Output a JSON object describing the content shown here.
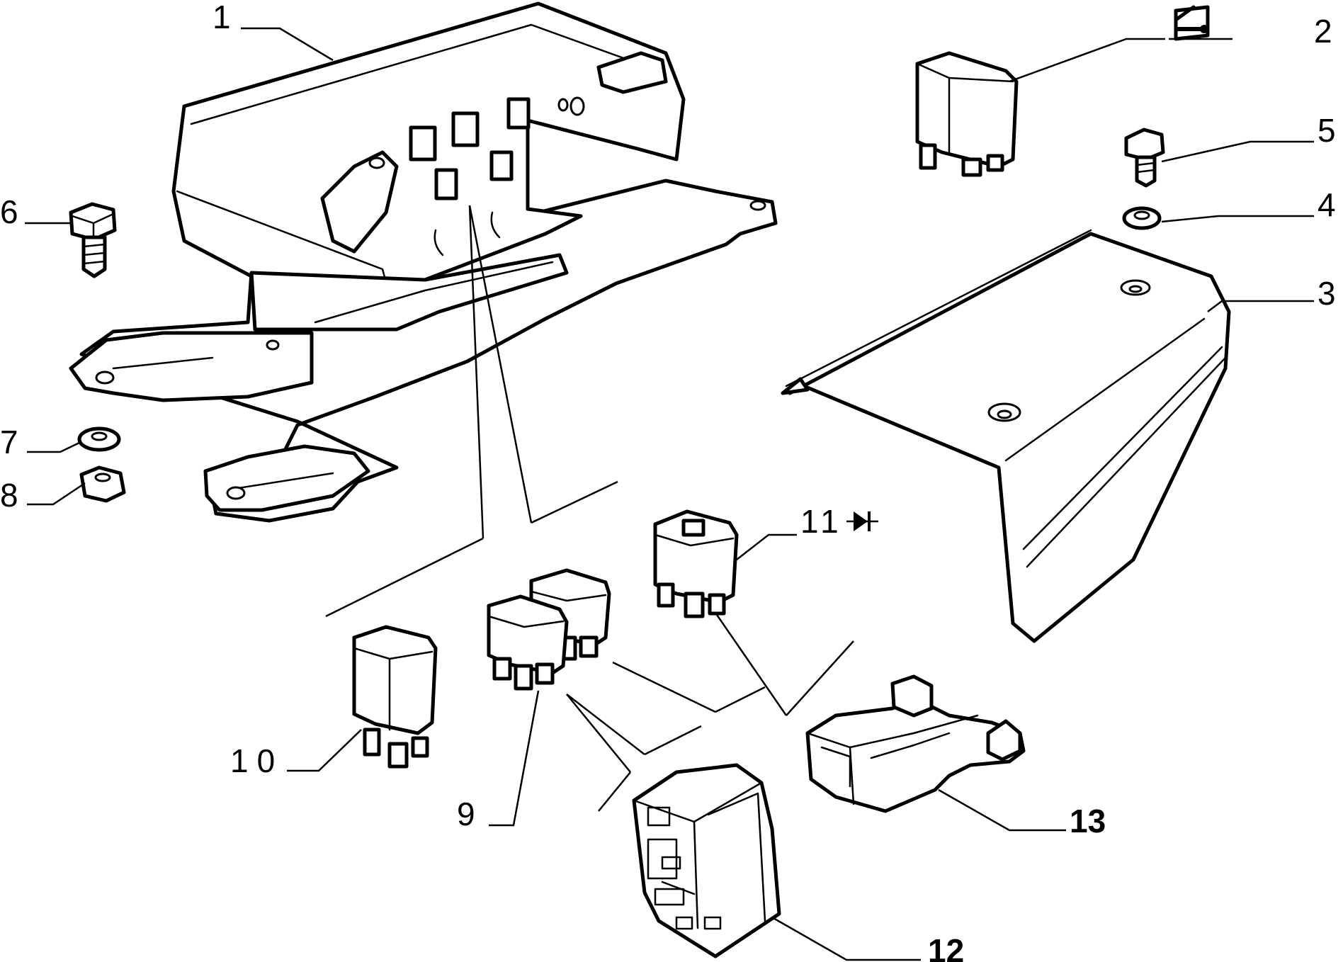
{
  "diagram": {
    "callouts": {
      "c1": "1",
      "c2": "2",
      "c3": "3",
      "c4": "4",
      "c5": "5",
      "c6": "6",
      "c7": "7",
      "c8": "8",
      "c9": "9",
      "c10": "10",
      "c11": "11",
      "c12": "12",
      "c13": "13"
    },
    "icons": {
      "key_symbol": "door-key-icon",
      "diode_symbol": "diode-icon"
    }
  }
}
